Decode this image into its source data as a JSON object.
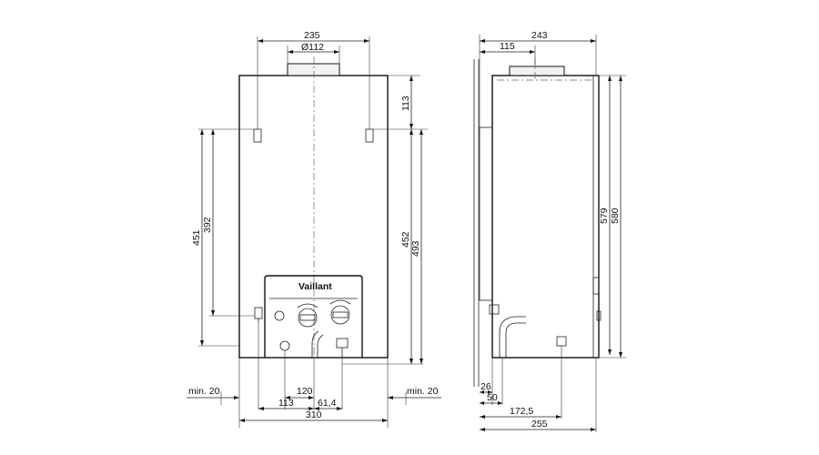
{
  "brand": {
    "logo_text": "Vaillant"
  },
  "front_view": {
    "top_width": "235",
    "flue_diameter": "Ø112",
    "flue_top_offset": "113",
    "height_451": "451",
    "height_392": "392",
    "height_452": "452",
    "height_493": "493",
    "clearance_left": "min. 20",
    "clearance_right": "min. 20",
    "bottom_120": "120",
    "bottom_113": "113",
    "bottom_61_4": "61,4",
    "total_width": "310"
  },
  "side_view": {
    "depth_total": "243",
    "flue_offset": "115",
    "height_579": "579",
    "height_580": "580",
    "dim_26": "26",
    "dim_50": "50",
    "dim_172_5": "172,5",
    "dim_255": "255"
  }
}
